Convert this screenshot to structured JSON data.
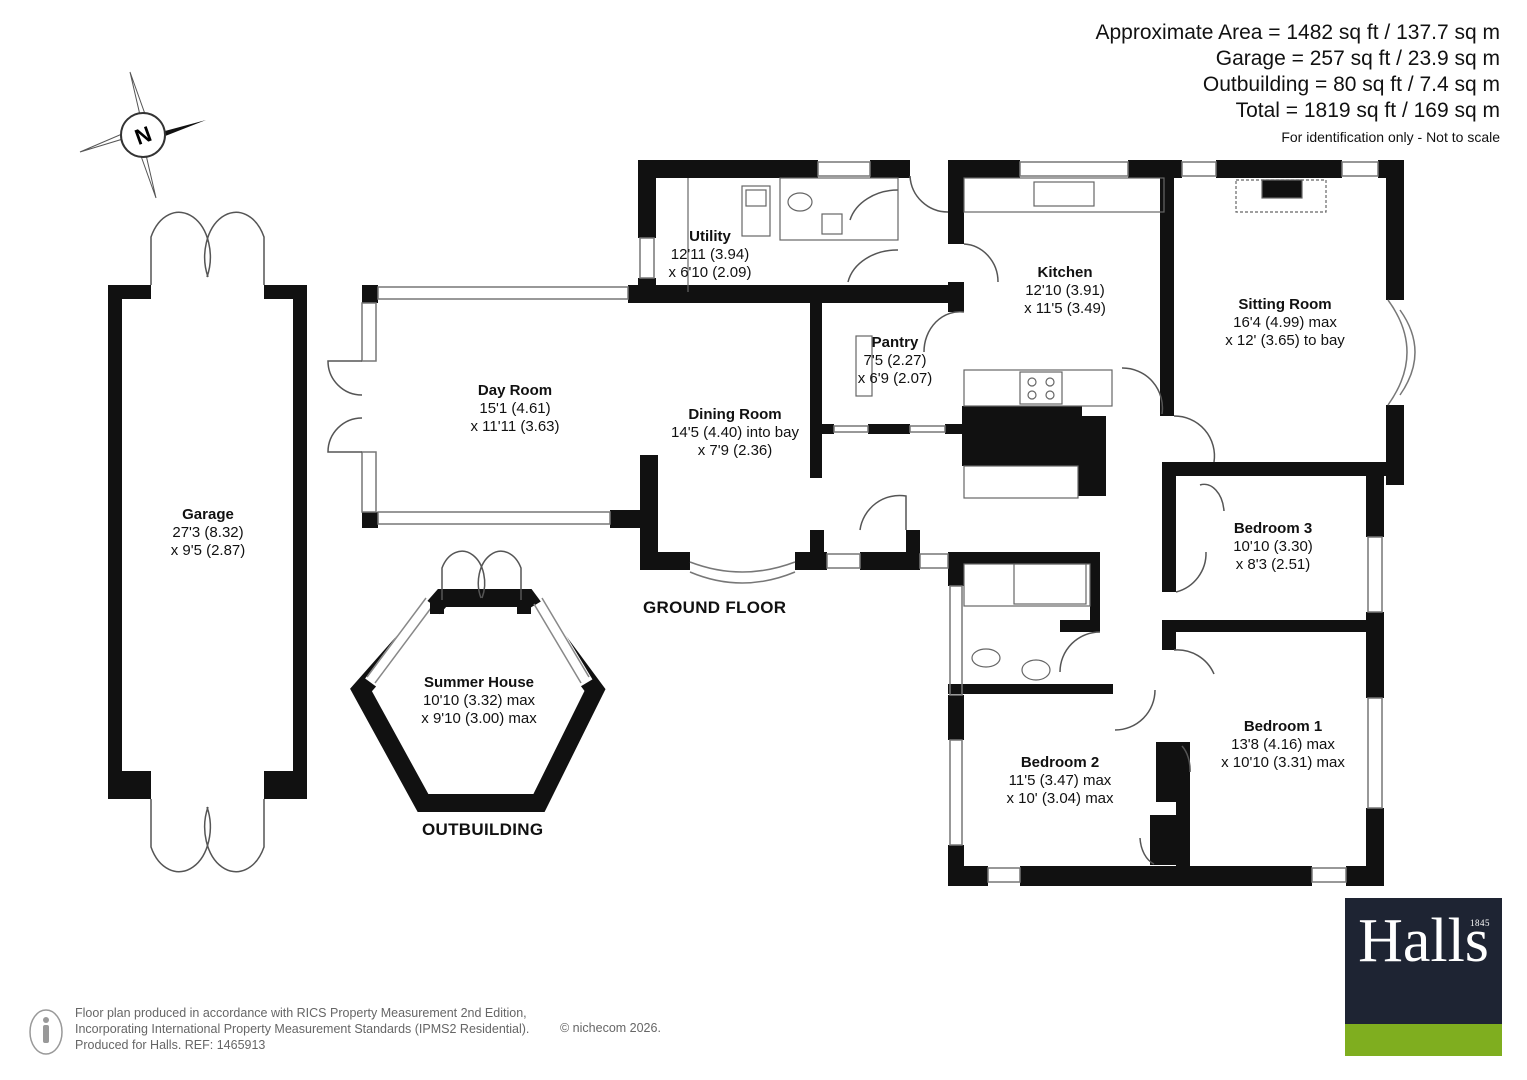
{
  "areas": {
    "approximate": "Approximate Area = 1482 sq ft / 137.7 sq m",
    "garage": "Garage = 257 sq ft / 23.9 sq m",
    "outbuilding": "Outbuilding = 80 sq ft / 7.4 sq m",
    "total": "Total = 1819 sq ft / 169 sq m",
    "note": "For identification only - Not to scale"
  },
  "compass": {
    "letter": "N"
  },
  "rooms": {
    "utility": {
      "name": "Utility",
      "dim1": "12'11 (3.94)",
      "dim2": "x 6'10 (2.09)"
    },
    "kitchen": {
      "name": "Kitchen",
      "dim1": "12'10 (3.91)",
      "dim2": "x 11'5 (3.49)"
    },
    "sitting_room": {
      "name": "Sitting Room",
      "dim1": "16'4 (4.99) max",
      "dim2": "x 12' (3.65) to bay"
    },
    "pantry": {
      "name": "Pantry",
      "dim1": "7'5 (2.27)",
      "dim2": "x 6'9 (2.07)"
    },
    "day_room": {
      "name": "Day Room",
      "dim1": "15'1 (4.61)",
      "dim2": "x 11'11 (3.63)"
    },
    "dining_room": {
      "name": "Dining Room",
      "dim1": "14'5 (4.40) into bay",
      "dim2": "x 7'9 (2.36)"
    },
    "garage": {
      "name": "Garage",
      "dim1": "27'3 (8.32)",
      "dim2": "x 9'5 (2.87)"
    },
    "bedroom3": {
      "name": "Bedroom 3",
      "dim1": "10'10 (3.30)",
      "dim2": "x 8'3 (2.51)"
    },
    "summer_house": {
      "name": "Summer House",
      "dim1": "10'10 (3.32) max",
      "dim2": "x 9'10 (3.00) max"
    },
    "bedroom1": {
      "name": "Bedroom 1",
      "dim1": "13'8 (4.16) max",
      "dim2": "x 10'10 (3.31) max"
    },
    "bedroom2": {
      "name": "Bedroom 2",
      "dim1": "11'5 (3.47) max",
      "dim2": "x 10' (3.04) max"
    }
  },
  "floors": {
    "ground": "GROUND FLOOR",
    "outbuilding": "OUTBUILDING"
  },
  "footer": {
    "line1": "Floor plan produced in accordance with RICS Property Measurement 2nd Edition,",
    "line2": "Incorporating International Property Measurement Standards (IPMS2 Residential).",
    "line3": "Produced for Halls.   REF: 1465913",
    "copyright": "© nichecom 2026."
  },
  "logo": {
    "name": "Halls",
    "year": "1845"
  },
  "colors": {
    "wall": "#111111",
    "logo_bg": "#1e2433",
    "logo_accent": "#7fae1f"
  }
}
